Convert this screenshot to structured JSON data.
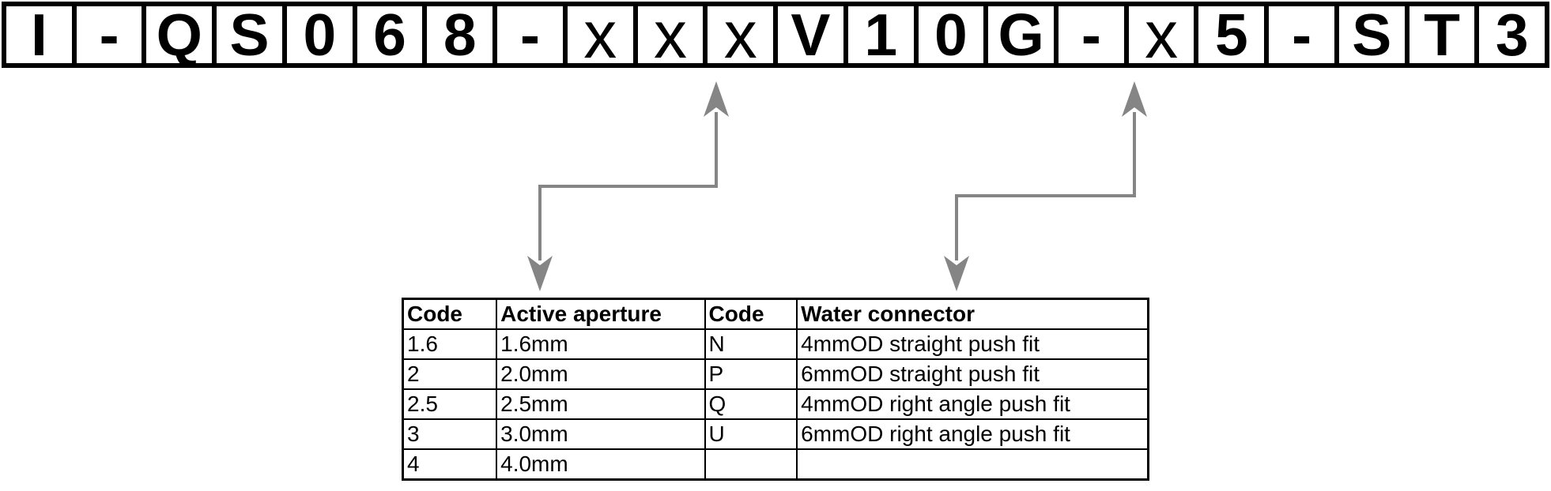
{
  "part_code": {
    "cells": [
      "I",
      "-",
      "Q",
      "S",
      "0",
      "6",
      "8",
      "-",
      "x",
      "x",
      "x",
      "V",
      "1",
      "0",
      "G",
      "-",
      "x",
      "5",
      "-",
      "S",
      "T",
      "3"
    ]
  },
  "code_table": {
    "headers": [
      "Code",
      "Active aperture",
      "Code",
      "Water connector"
    ],
    "rows": [
      [
        "1.6",
        "1.6mm",
        "N",
        "4mmOD straight push fit"
      ],
      [
        "2",
        "2.0mm",
        "P",
        "6mmOD straight push fit"
      ],
      [
        "2.5",
        "2.5mm",
        "Q",
        "4mmOD right angle push fit"
      ],
      [
        "3",
        "3.0mm",
        "U",
        "6mmOD right angle push fit"
      ],
      [
        "4",
        "4.0mm",
        "",
        ""
      ]
    ]
  },
  "colors": {
    "arrow_gray": "#858585",
    "line_black": "#000000"
  }
}
